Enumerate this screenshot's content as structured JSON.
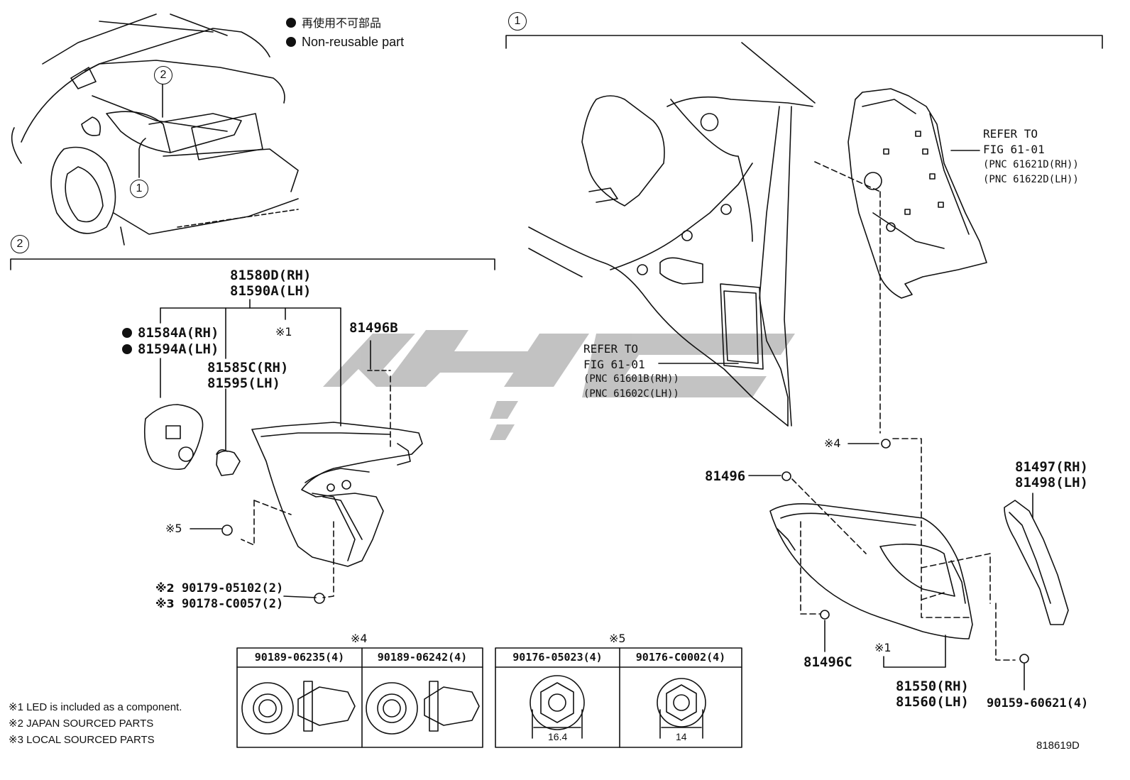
{
  "legend": {
    "jp": "再使用不可部品",
    "en": "Non-reusable part"
  },
  "callouts": {
    "one": "1",
    "two": "2"
  },
  "section2": {
    "assy_rh": "81580D(RH)",
    "assy_lh": "81590A(LH)",
    "gasket_rh": "81584A(RH)",
    "gasket_lh": "81594A(LH)",
    "socket_rh": "81585C(RH)",
    "socket_lh": "81595(LH)",
    "note1": "※1",
    "clip": "81496B",
    "note5": "※5",
    "screw_note2": "※2",
    "screw_pn1": "90179-05102(2)",
    "screw_note3": "※3",
    "screw_pn2": "90178-C0057(2)"
  },
  "section1": {
    "refer_upper_1": "REFER TO",
    "refer_upper_2": "FIG 61-01",
    "refer_upper_3": "(PNC 61621D(RH))",
    "refer_upper_4": "(PNC 61622D(LH))",
    "refer_lower_1": "REFER TO",
    "refer_lower_2": "FIG 61-01",
    "refer_lower_3": "(PNC 61601B(RH))",
    "refer_lower_4": "(PNC 61602C(LH))",
    "note4": "※4",
    "clip_a": "81496",
    "cover_rh": "81497(RH)",
    "cover_lh": "81498(LH)",
    "clip_c": "81496C",
    "note1": "※1",
    "lamp_rh": "81550(RH)",
    "lamp_lh": "81560(LH)",
    "bolt": "90159-60621(4)"
  },
  "table4": {
    "title": "※4",
    "col1": "90189-06235(4)",
    "col2": "90189-06242(4)"
  },
  "table5": {
    "title": "※5",
    "col1": "90176-05023(4)",
    "col2": "90176-C0002(4)",
    "dim1": "16.4",
    "dim2": "14"
  },
  "notes": {
    "n1": "※1 LED is included as a component.",
    "n2": "※2 JAPAN SOURCED PARTS",
    "n3": "※3 LOCAL SOURCED PARTS"
  },
  "figure_id": "818619D"
}
